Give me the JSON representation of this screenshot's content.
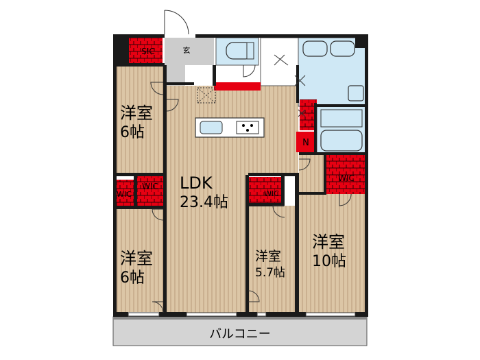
{
  "rooms": {
    "western_upper_left": {
      "name": "洋室",
      "size": "6帖"
    },
    "western_lower_left": {
      "name": "洋室",
      "size": "6帖"
    },
    "ldk": {
      "name": "LDK",
      "size": "23.4帖"
    },
    "western_middle": {
      "name": "洋室",
      "size": "5.7帖"
    },
    "western_right": {
      "name": "洋室",
      "size": "10帖"
    }
  },
  "storage": {
    "sic": "SIC",
    "entrance": "玄",
    "wic_left_a": "WIC",
    "wic_left_b": "WIC",
    "wic_middle": "WIC",
    "wic_right": "WIC",
    "nook": "N"
  },
  "balcony": "バルコニー",
  "colors": {
    "wall": "#1a1a1a",
    "storage": "#e60012",
    "floor_wood": "#d9c3a4",
    "floor_stripe": "#b89b78",
    "wet_area": "#cfe8f5",
    "entrance_floor": "#cccccc",
    "balcony_floor": "#d4d4d4"
  }
}
